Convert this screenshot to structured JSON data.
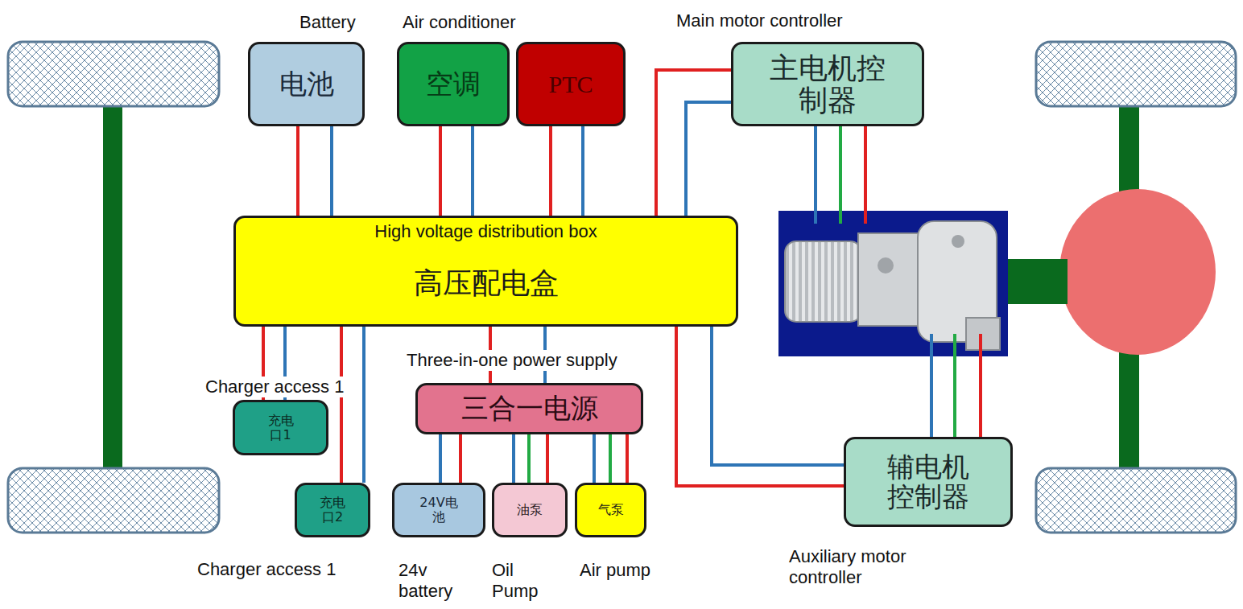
{
  "diagram": {
    "nodes": [
      {
        "text": [
          "Battery",
          "电池"
        ]
      },
      {
        "text": [
          "Air conditioner",
          "空调"
        ]
      },
      {
        "text": [
          "PTC"
        ]
      },
      {
        "text": [
          "Main motor controller",
          "主电机控 制器"
        ]
      },
      {
        "text": [
          "High voltage distribution box",
          "高压配电盒"
        ]
      },
      {
        "text": [
          "Charger access 1",
          "充电 口1"
        ]
      },
      {
        "text": [
          "Three-in-one power supply",
          "三合一电源"
        ]
      },
      {
        "text": [
          "充电 口2",
          "Charger access 1"
        ]
      },
      {
        "text": [
          "24V电 池",
          "24v battery"
        ]
      },
      {
        "text": [
          "油泵",
          "Oil Pump"
        ]
      },
      {
        "text": [
          "气泵",
          "Air pump"
        ]
      },
      {
        "text": [
          "辅电机 控制器",
          "Auxiliary motor controller"
        ]
      }
    ],
    "edges": [
      {
        "from": 0,
        "to": 4,
        "arrow": "none"
      },
      {
        "from": 0,
        "to": 4,
        "arrow": "none"
      },
      {
        "from": 1,
        "to": 4,
        "arrow": "none"
      },
      {
        "from": 1,
        "to": 4,
        "arrow": "none"
      },
      {
        "from": 2,
        "to": 4,
        "arrow": "none"
      },
      {
        "from": 2,
        "to": 4,
        "arrow": "none"
      },
      {
        "from": 4,
        "to": 3,
        "arrow": "none"
      },
      {
        "from": 4,
        "to": 3,
        "arrow": "none"
      },
      {
        "from": 4,
        "to": 5,
        "arrow": "none"
      },
      {
        "from": 4,
        "to": 5,
        "arrow": "none"
      },
      {
        "from": 4,
        "to": 7,
        "arrow": "none"
      },
      {
        "from": 4,
        "to": 7,
        "arrow": "none"
      },
      {
        "from": 4,
        "to": 6,
        "arrow": "none"
      },
      {
        "from": 4,
        "to": 6,
        "arrow": "none"
      },
      {
        "from": 4,
        "to": 11,
        "arrow": "none"
      },
      {
        "from": 4,
        "to": 11,
        "arrow": "none"
      },
      {
        "from": 6,
        "to": 8,
        "arrow": "none"
      },
      {
        "from": 6,
        "to": 8,
        "arrow": "none"
      },
      {
        "from": 6,
        "to": 9,
        "arrow": "none"
      },
      {
        "from": 6,
        "to": 9,
        "arrow": "none"
      },
      {
        "from": 6,
        "to": 9,
        "arrow": "none"
      },
      {
        "from": 6,
        "to": 10,
        "arrow": "none"
      },
      {
        "from": 6,
        "to": 10,
        "arrow": "none"
      },
      {
        "from": 6,
        "to": 10,
        "arrow": "none"
      }
    ]
  }
}
